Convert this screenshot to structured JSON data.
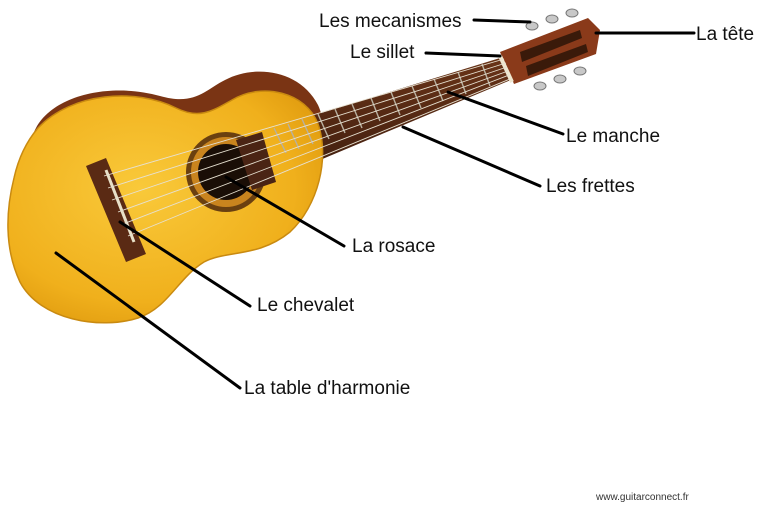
{
  "labels": {
    "mecanismes": "Les mecanismes",
    "tete": "La tête",
    "sillet": "Le sillet",
    "manche": "Le manche",
    "frettes": "Les frettes",
    "rosace": "La rosace",
    "chevalet": "Le chevalet",
    "table": "La table d'harmonie"
  },
  "credit": "www.guitarconnect.fr",
  "colors": {
    "top": "#f2b51f",
    "top_edge": "#d8940c",
    "back": "#7a3414",
    "fretboard": "#4a2414",
    "headstock": "#8a3a1a",
    "bridge": "#5a2a14",
    "leader": "#000000"
  }
}
